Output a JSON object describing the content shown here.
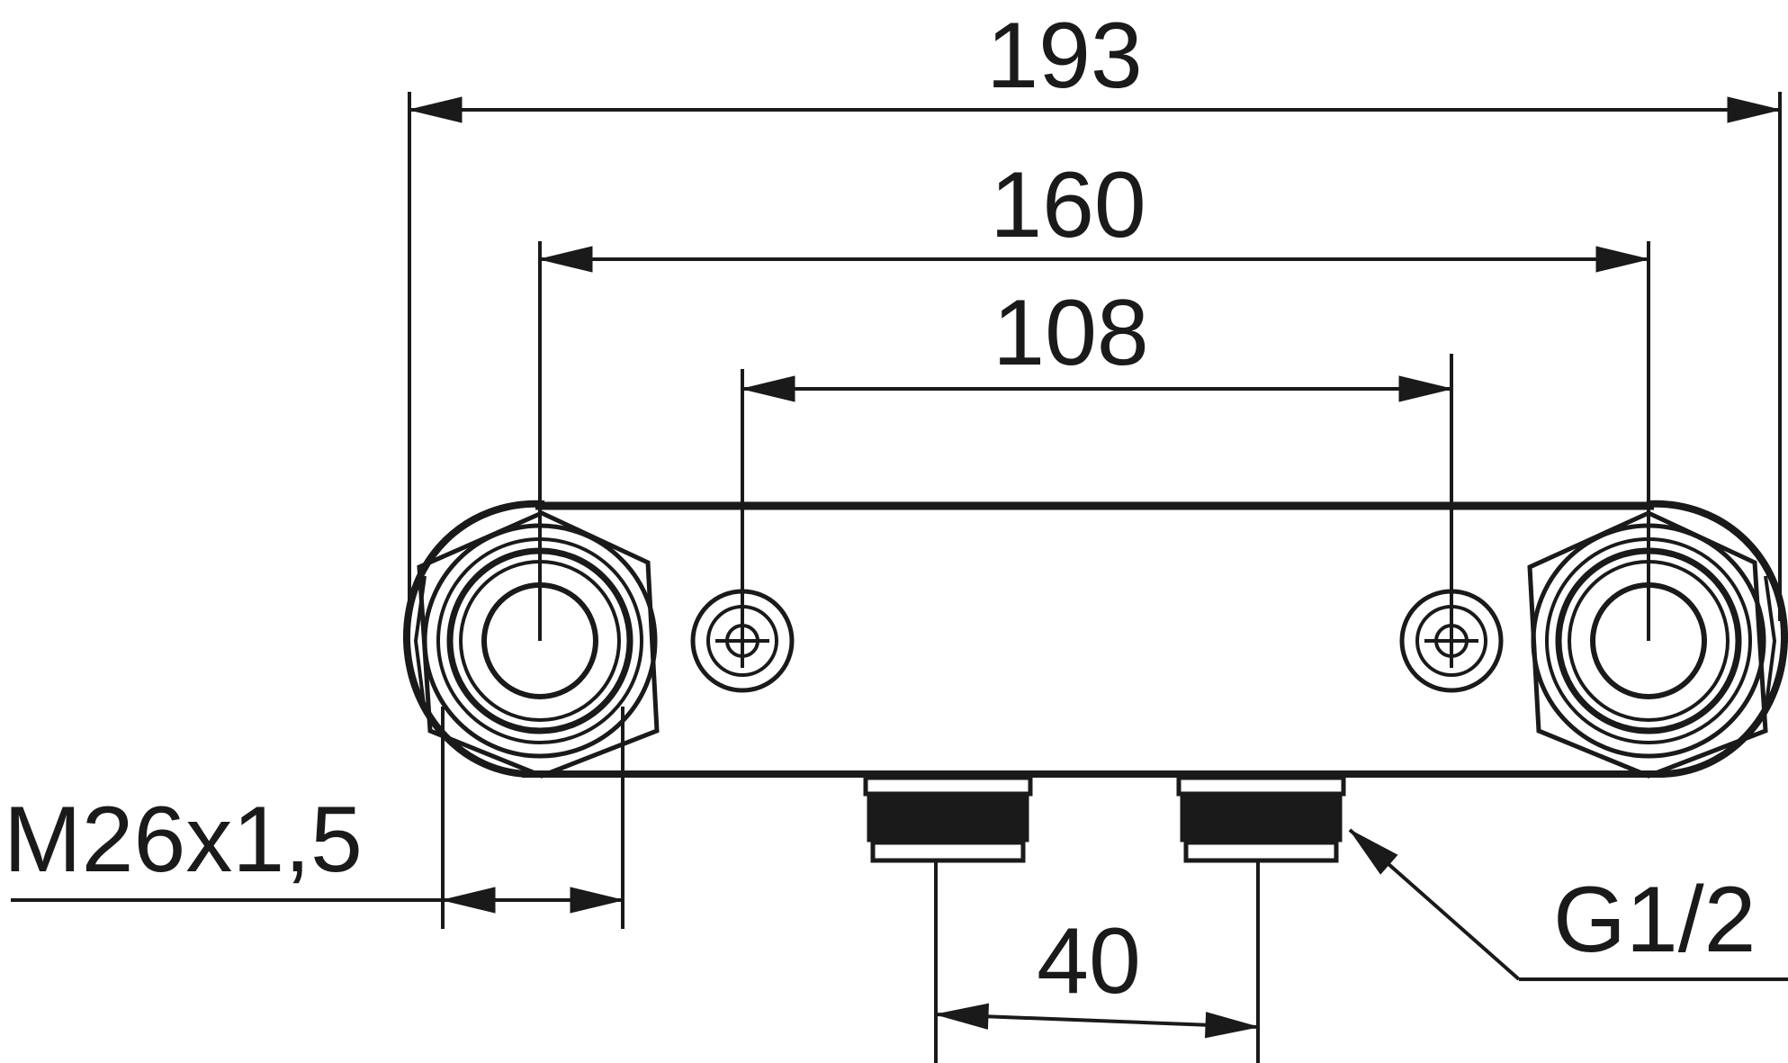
{
  "dimensions": {
    "overall_width": "193",
    "inlet_centers": "160",
    "screw_spacing": "108",
    "outlet_spacing": "40"
  },
  "thread_labels": {
    "inlet_thread": "M26x1,5",
    "outlet_thread": "G1/2"
  },
  "colors": {
    "line": "#1a1a1a",
    "background": "#ffffff"
  }
}
